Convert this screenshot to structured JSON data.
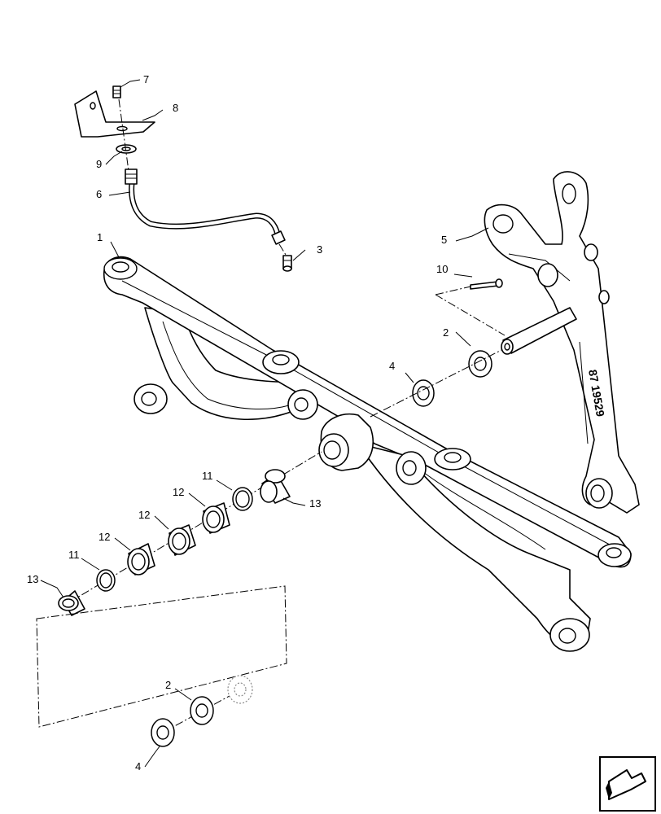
{
  "callouts": {
    "c1": "1",
    "c2a": "2",
    "c2b": "2",
    "c3": "3",
    "c4a": "4",
    "c4b": "4",
    "c5": "5",
    "c6": "6",
    "c7": "7",
    "c8": "8",
    "c9": "9",
    "c10": "10",
    "c11a": "11",
    "c11b": "11",
    "c12a": "12",
    "c12b": "12",
    "c12c": "12",
    "c13a": "13",
    "c13b": "13"
  },
  "arm_marking": "87 19529",
  "nav_icon": "arrow-left-icon"
}
